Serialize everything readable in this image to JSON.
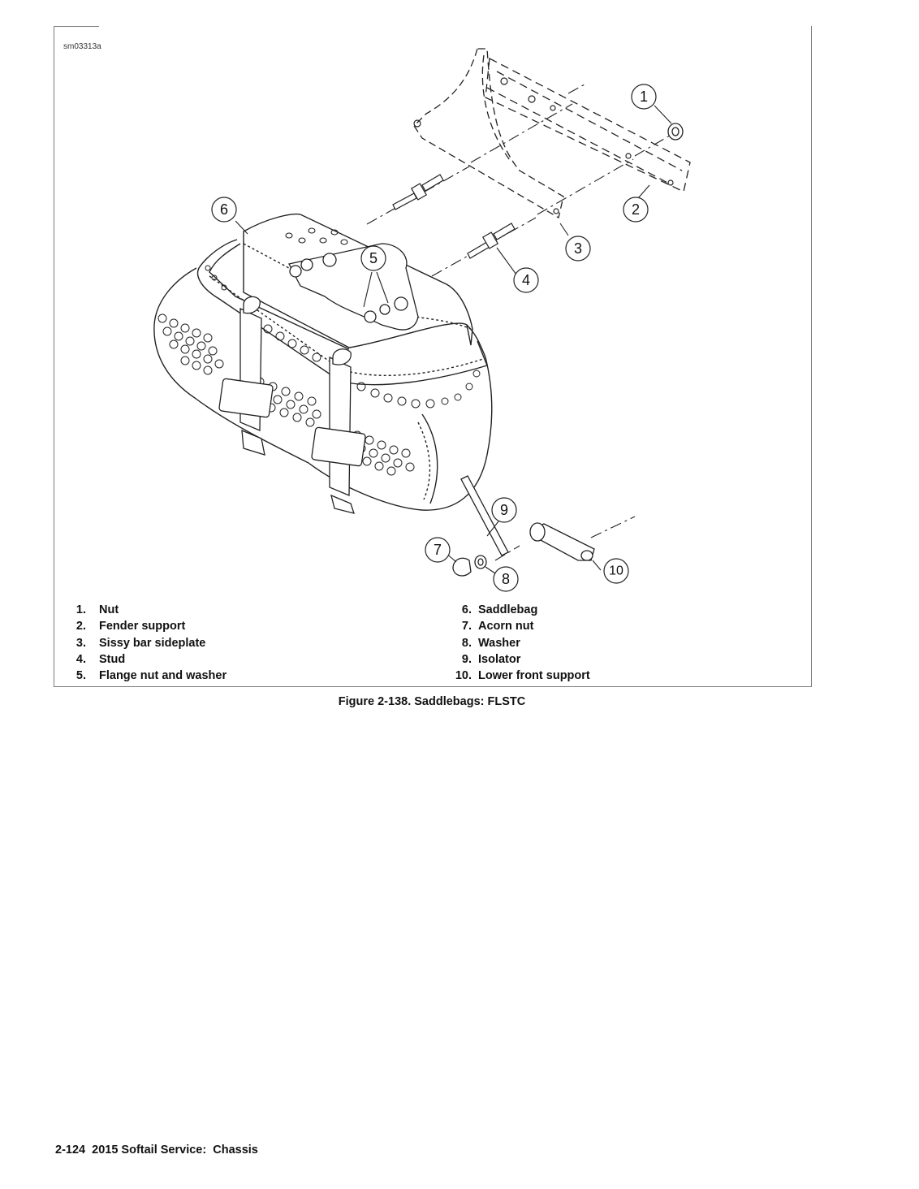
{
  "figure": {
    "id_tag": "sm03313a",
    "callouts": [
      "1",
      "2",
      "3",
      "4",
      "5",
      "6",
      "7",
      "8",
      "9",
      "10"
    ],
    "legend_left": [
      {
        "num": "1.",
        "label": "Nut"
      },
      {
        "num": "2.",
        "label": "Fender support"
      },
      {
        "num": "3.",
        "label": "Sissy bar sideplate"
      },
      {
        "num": "4.",
        "label": "Stud"
      },
      {
        "num": "5.",
        "label": "Flange nut and washer"
      }
    ],
    "legend_right": [
      {
        "num": "6.",
        "label": "Saddlebag"
      },
      {
        "num": "7.",
        "label": "Acorn nut"
      },
      {
        "num": "8.",
        "label": "Washer"
      },
      {
        "num": "9.",
        "label": "Isolator"
      },
      {
        "num": "10.",
        "label": "Lower front support"
      }
    ],
    "caption": "Figure 2-138. Saddlebags: FLSTC"
  },
  "footer": {
    "page_ref": "2-124  2015 Softail Service:  Chassis"
  }
}
